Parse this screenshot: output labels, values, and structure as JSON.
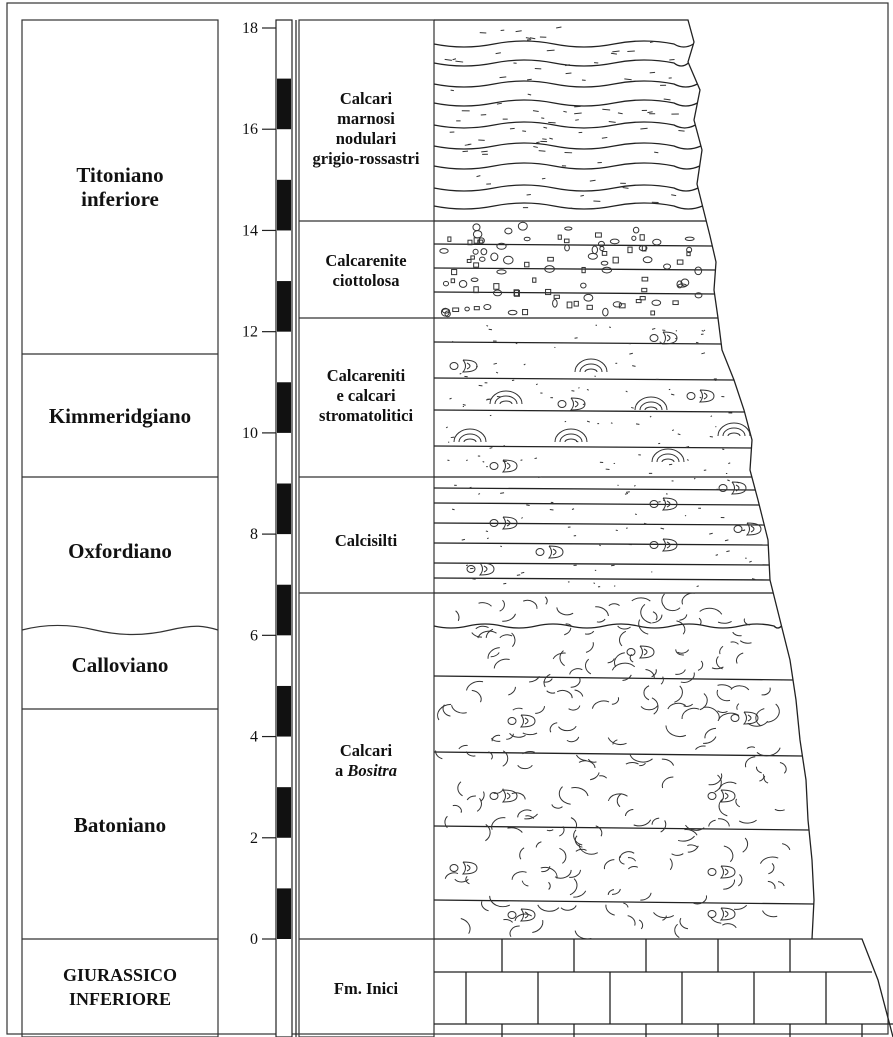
{
  "stages": [
    {
      "id": "titoniano",
      "lines": [
        "Titoniano",
        "inferiore"
      ]
    },
    {
      "id": "kimmeridgiano",
      "lines": [
        "Kimmeridgiano"
      ]
    },
    {
      "id": "oxfordiano",
      "lines": [
        "Oxfordiano"
      ]
    },
    {
      "id": "calloviano",
      "lines": [
        "Calloviano"
      ]
    },
    {
      "id": "batoniano",
      "lines": [
        "Batoniano"
      ]
    },
    {
      "id": "giurassico",
      "lines": [
        "GIURASSICO",
        "INFERIORE"
      ]
    }
  ],
  "scale": {
    "ticks": [
      "18",
      "16",
      "14",
      "12",
      "10",
      "8",
      "6",
      "4",
      "2",
      "0"
    ]
  },
  "lithology": [
    {
      "id": "calcari-marnosi",
      "lines": [
        "Calcari",
        "marnosi",
        "nodulari",
        "grigio-rossastri"
      ]
    },
    {
      "id": "calcarenite-ciottolosa",
      "lines": [
        "Calcarenite",
        "ciottolosa"
      ]
    },
    {
      "id": "calcareniti-stromatolitici",
      "lines": [
        "Calcareniti",
        "e calcari",
        "stromatolitici"
      ]
    },
    {
      "id": "calcisilti",
      "lines": [
        "Calcisilti"
      ]
    },
    {
      "id": "calcari-bositra",
      "lines": [
        "Calcari",
        "a ",
        "Bositra"
      ]
    },
    {
      "id": "fm-inici",
      "lines": [
        "Fm. Inici"
      ]
    }
  ],
  "colors": {
    "line": "#222222",
    "fill": "#ffffff",
    "scale_block": "#111111"
  }
}
